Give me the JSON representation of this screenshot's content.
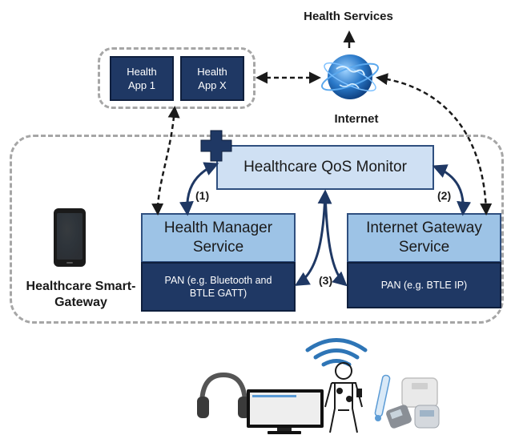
{
  "health_services_label": "Health Services",
  "internet_label": "Internet",
  "apps": [
    {
      "label": "Health App 1"
    },
    {
      "label": "Health App X"
    }
  ],
  "qos_monitor_label": "Healthcare QoS Monitor",
  "health_manager": {
    "title": "Health Manager Service",
    "pan": "PAN (e.g. Bluetooth and BTLE GATT)"
  },
  "internet_gateway": {
    "title": "Internet Gateway Service",
    "pan": "PAN (e.g. BTLE IP)"
  },
  "arrow_labels": {
    "a1": "(1)",
    "a2": "(2)",
    "a3": "(3)"
  },
  "gateway_label": "Healthcare Smart-Gateway",
  "devices": [
    "headphones-icon",
    "monitor-icon",
    "person-with-sensors-icon",
    "thermometer-icon",
    "scale-icon",
    "glucose-meter-icon"
  ],
  "colors": {
    "dark_navy": "#1f3864",
    "light_blue": "#bdd7ee",
    "dash_gray": "#a6a6a6",
    "wifi_blue": "#2e75b6"
  }
}
